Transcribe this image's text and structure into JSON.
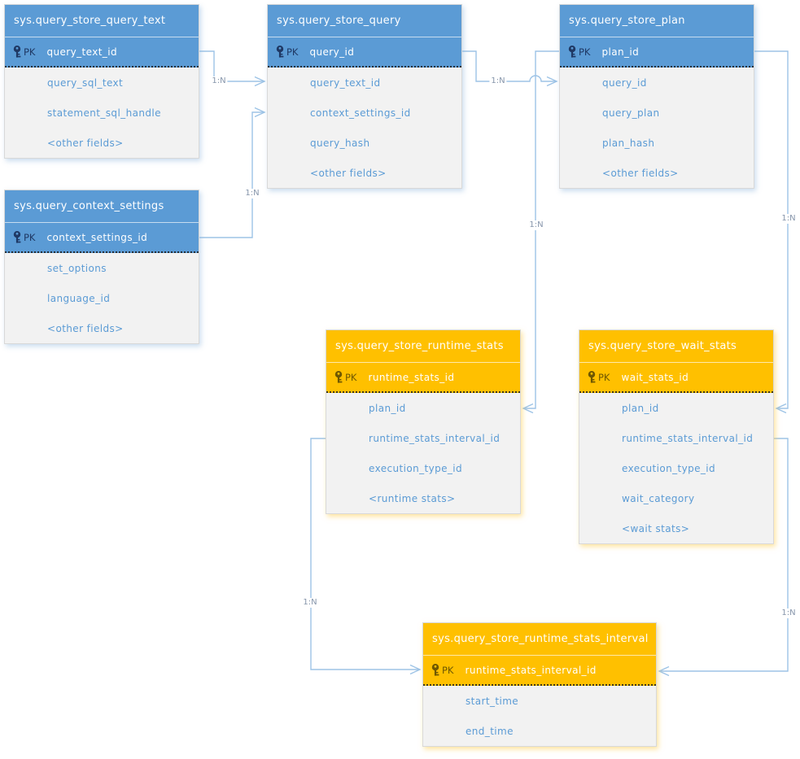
{
  "colors": {
    "blue_header": "#5B9BD5",
    "orange_header": "#FFC000",
    "body_background": "#F2F2F2",
    "field_text": "#5B9BD5",
    "connector": "#9DC3E6",
    "pk_text_blue": "#1F3864",
    "pk_text_orange": "#6e5702",
    "relation_label_text": "#8796ab"
  },
  "tables": [
    {
      "title": "sys.query_store_query_text",
      "theme": "blue",
      "pk_label": "PK",
      "pk_field": "query_text_id",
      "fields": [
        "query_sql_text",
        "statement_sql_handle",
        "<other fields>"
      ]
    },
    {
      "title": "sys.query_store_query",
      "theme": "blue",
      "pk_label": "PK",
      "pk_field": "query_id",
      "fields": [
        "query_text_id",
        "context_settings_id",
        "query_hash",
        "<other fields>"
      ]
    },
    {
      "title": "sys.query_store_plan",
      "theme": "blue",
      "pk_label": "PK",
      "pk_field": "plan_id",
      "fields": [
        "query_id",
        "query_plan",
        "plan_hash",
        "<other fields>"
      ]
    },
    {
      "title": "sys.query_context_settings",
      "theme": "blue",
      "pk_label": "PK",
      "pk_field": "context_settings_id",
      "fields": [
        "set_options",
        "language_id",
        "<other fields>"
      ]
    },
    {
      "title": "sys.query_store_runtime_stats",
      "theme": "orange",
      "pk_label": "PK",
      "pk_field": "runtime_stats_id",
      "fields": [
        "plan_id",
        "runtime_stats_interval_id",
        "execution_type_id",
        "<runtime stats>"
      ]
    },
    {
      "title": "sys.query_store_wait_stats",
      "theme": "orange",
      "pk_label": "PK",
      "pk_field": "wait_stats_id",
      "fields": [
        "plan_id",
        "runtime_stats_interval_id",
        "execution_type_id",
        "wait_category",
        "<wait stats>"
      ]
    },
    {
      "title": "sys.query_store_runtime_stats_interval",
      "theme": "orange",
      "pk_label": "PK",
      "pk_field": "runtime_stats_interval_id",
      "fields": [
        "start_time",
        "end_time"
      ]
    }
  ],
  "relationships": [
    {
      "label": "1:N",
      "from": "sys.query_store_query_text.query_text_id",
      "to": "sys.query_store_query.query_text_id"
    },
    {
      "label": "1:N",
      "from": "sys.query_context_settings.context_settings_id",
      "to": "sys.query_store_query.context_settings_id"
    },
    {
      "label": "1:N",
      "from": "sys.query_store_query.query_id",
      "to": "sys.query_store_plan.query_id"
    },
    {
      "label": "1:N",
      "from": "sys.query_store_plan.plan_id",
      "to": "sys.query_store_runtime_stats.plan_id"
    },
    {
      "label": "1:N",
      "from": "sys.query_store_plan.plan_id",
      "to": "sys.query_store_wait_stats.plan_id"
    },
    {
      "label": "1:N",
      "from": "sys.query_store_runtime_stats.runtime_stats_interval_id",
      "to": "sys.query_store_runtime_stats_interval.runtime_stats_interval_id"
    },
    {
      "label": "1:N",
      "from": "sys.query_store_wait_stats.runtime_stats_interval_id",
      "to": "sys.query_store_runtime_stats_interval.runtime_stats_interval_id"
    }
  ]
}
